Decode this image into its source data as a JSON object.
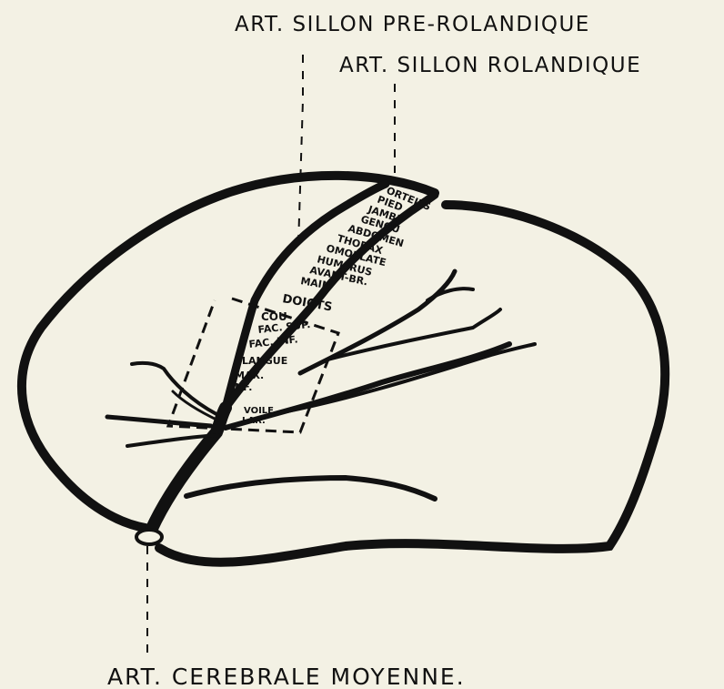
{
  "labels": {
    "pre_rolandique": "ART. SILLON PRE-ROLANDIQUE",
    "rolandique": "ART. SILLON ROLANDIQUE",
    "cerebrale": "ART. CEREBRALE MOYENNE."
  },
  "regions": {
    "orteils": "ORTEILS",
    "pied": "PIED",
    "jambe": "JAMBE",
    "genou": "GENOU",
    "abdomen": "ABDOMEN",
    "thorax": "THORAX",
    "omoplate": "OMOPLATE",
    "humerus": "HUMERUS",
    "avant_bras": "AVANT-BR.",
    "main": "MAIN",
    "doigts": "DOIGTS",
    "cou": "COU",
    "fac_sup": "FAC. SUP.",
    "fac_inf": "FAC. INF.",
    "langue": "LANGUE",
    "max_inf_1": "MAX.",
    "max_inf_2": "INF.",
    "voile_1": "VOILE",
    "voile_2": "LAR."
  },
  "colors": {
    "ink": "#111111",
    "paper": "#f3f1e4"
  }
}
